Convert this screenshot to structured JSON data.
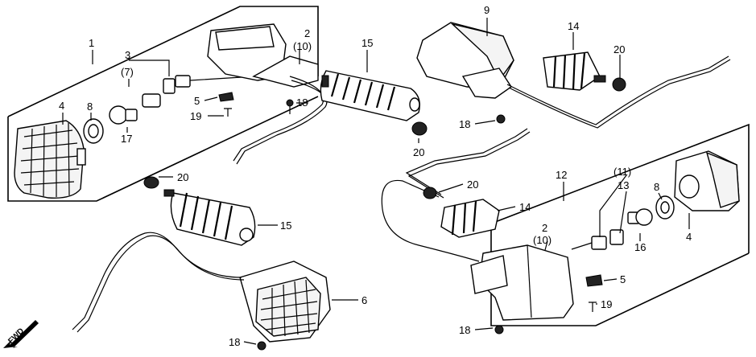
{
  "diagram": {
    "fwd_label": "FWD",
    "callouts": {
      "c1": "1",
      "c2_top": "2",
      "c10_top": "(10)",
      "c3": "3",
      "c7": "(7)",
      "c4_left": "4",
      "c8_left": "8",
      "c17": "17",
      "c5_top": "5",
      "c19_top": "19",
      "c18_top_left": "18",
      "c15_top": "15",
      "c20_mid": "20",
      "c20_left": "20",
      "c15_left": "15",
      "c6": "6",
      "c18_bottom_left": "18",
      "c9": "9",
      "c14_top": "14",
      "c20_top_right": "20",
      "c18_right": "18",
      "c20_right_mid": "20",
      "c14_right": "14",
      "c12": "12",
      "c11": "(11)",
      "c13": "13",
      "c8_right": "8",
      "c4_right": "4",
      "c2_right": "2",
      "c10_right": "(10)",
      "c16": "16",
      "c5_right": "5",
      "c19_right": "19",
      "c18_bottom_right": "18"
    }
  }
}
